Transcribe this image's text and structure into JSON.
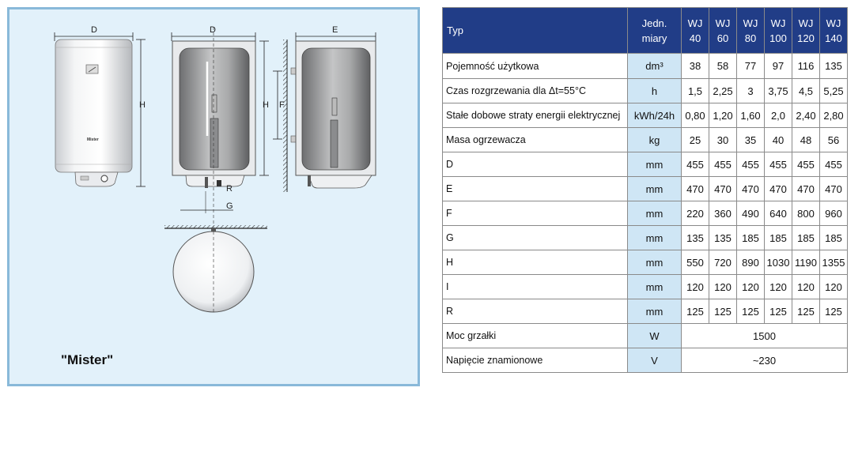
{
  "diagram": {
    "labels": {
      "d_front": "D",
      "d_side": "D",
      "e": "E",
      "h_front": "H",
      "h_side": "H",
      "f": "F",
      "r": "R",
      "g": "G"
    },
    "caption": "\"Mister\"",
    "brand_badge": "Mister"
  },
  "table": {
    "header": {
      "type_label": "Typ",
      "unit_label_line1": "Jedn.",
      "unit_label_line2": "miary",
      "models": [
        {
          "l1": "WJ",
          "l2": "40"
        },
        {
          "l1": "WJ",
          "l2": "60"
        },
        {
          "l1": "WJ",
          "l2": "80"
        },
        {
          "l1": "WJ",
          "l2": "100"
        },
        {
          "l1": "WJ",
          "l2": "120"
        },
        {
          "l1": "WJ",
          "l2": "140"
        }
      ]
    },
    "rows": [
      {
        "label": "Pojemność użytkowa",
        "unit": "dm³",
        "values": [
          "38",
          "58",
          "77",
          "97",
          "116",
          "135"
        ]
      },
      {
        "label": "Czas rozgrzewania dla Δt=55°C",
        "unit": "h",
        "values": [
          "1,5",
          "2,25",
          "3",
          "3,75",
          "4,5",
          "5,25"
        ]
      },
      {
        "label": "Stałe dobowe straty energii elektrycznej",
        "unit": "kWh/24h",
        "values": [
          "0,80",
          "1,20",
          "1,60",
          "2,0",
          "2,40",
          "2,80"
        ]
      },
      {
        "label": "Masa ogrzewacza",
        "unit": "kg",
        "values": [
          "25",
          "30",
          "35",
          "40",
          "48",
          "56"
        ]
      },
      {
        "label": "D",
        "unit": "mm",
        "values": [
          "455",
          "455",
          "455",
          "455",
          "455",
          "455"
        ]
      },
      {
        "label": "E",
        "unit": "mm",
        "values": [
          "470",
          "470",
          "470",
          "470",
          "470",
          "470"
        ]
      },
      {
        "label": "F",
        "unit": "mm",
        "values": [
          "220",
          "360",
          "490",
          "640",
          "800",
          "960"
        ]
      },
      {
        "label": "G",
        "unit": "mm",
        "values": [
          "135",
          "135",
          "185",
          "185",
          "185",
          "185"
        ]
      },
      {
        "label": "H",
        "unit": "mm",
        "values": [
          "550",
          "720",
          "890",
          "1030",
          "1190",
          "1355"
        ]
      },
      {
        "label": "I",
        "unit": "mm",
        "values": [
          "120",
          "120",
          "120",
          "120",
          "120",
          "120"
        ]
      },
      {
        "label": "R",
        "unit": "mm",
        "values": [
          "125",
          "125",
          "125",
          "125",
          "125",
          "125"
        ]
      }
    ],
    "merged_rows": [
      {
        "label": "Moc grzałki",
        "unit": "W",
        "value": "1500"
      },
      {
        "label": "Napięcie znamionowe",
        "unit": "V",
        "value": "~230"
      }
    ]
  }
}
